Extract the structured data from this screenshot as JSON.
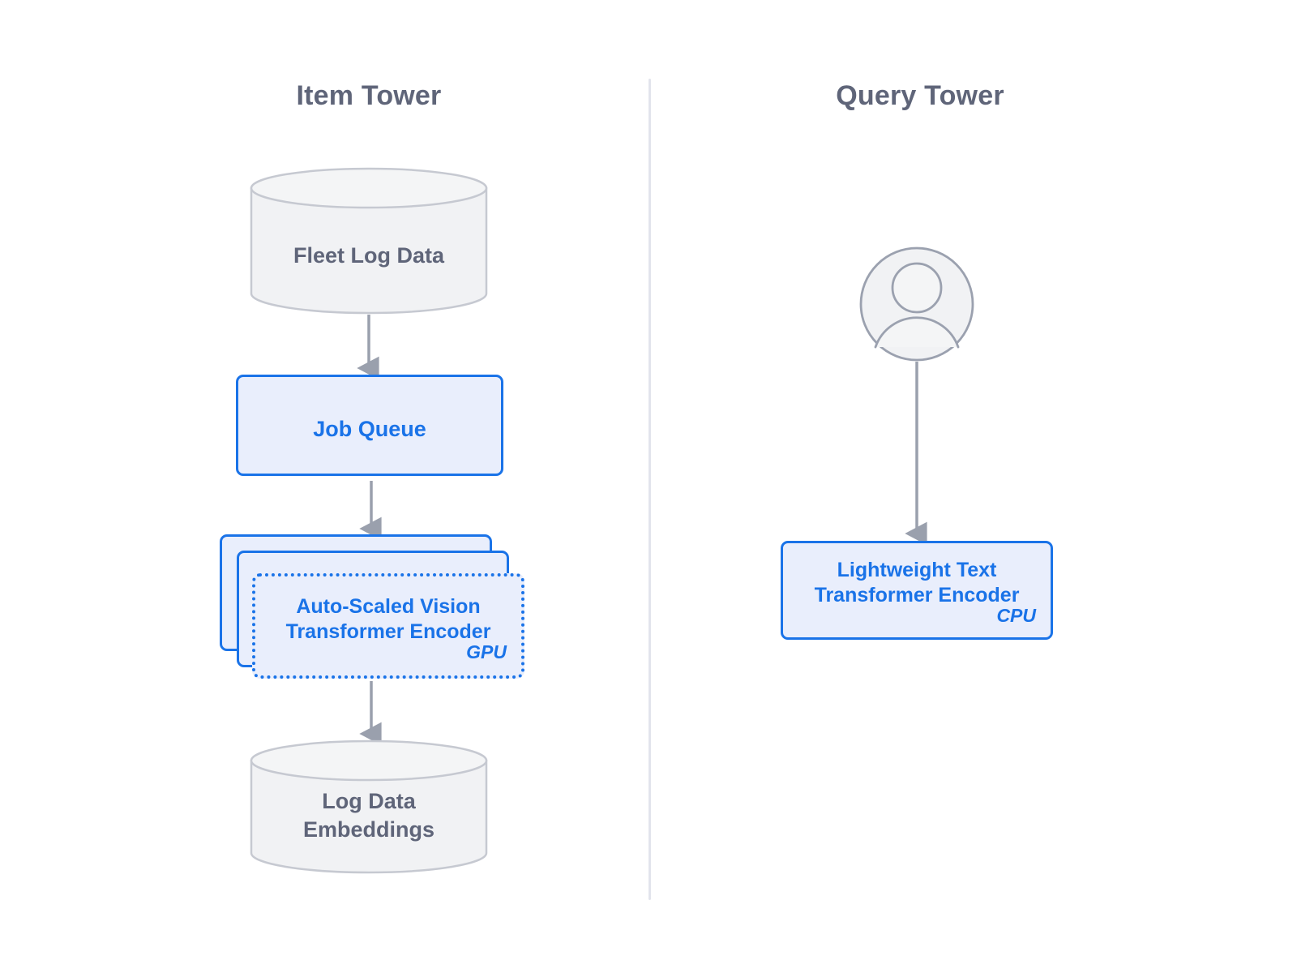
{
  "diagram": {
    "title_item_tower": "Item Tower",
    "title_query_tower": "Query Tower",
    "colors": {
      "accent_blue": "#1a73e8",
      "node_fill": "#e9eefc",
      "slate_text": "#5f6579",
      "arrow_gray": "#9aa0ad",
      "cylinder_fill": "#f1f2f4",
      "cylinder_stroke": "#c6c9d1",
      "divider": "#e2e4ec",
      "background": "#ffffff"
    }
  },
  "item_tower": {
    "nodes": [
      {
        "id": "fleet-log-data",
        "type": "cylinder",
        "label": "Fleet Log Data"
      },
      {
        "id": "job-queue",
        "type": "box",
        "label": "Job Queue"
      },
      {
        "id": "vision-transformer-encoder",
        "type": "stacked-box",
        "label": "Auto-Scaled Vision\nTransformer Encoder",
        "sublabel": "GPU",
        "stack_count": 3,
        "border": "dotted"
      },
      {
        "id": "log-data-embeddings",
        "type": "cylinder",
        "label": "Log Data\nEmbeddings"
      }
    ],
    "edges": [
      {
        "from": "fleet-log-data",
        "to": "job-queue"
      },
      {
        "from": "job-queue",
        "to": "vision-transformer-encoder"
      },
      {
        "from": "vision-transformer-encoder",
        "to": "log-data-embeddings"
      }
    ]
  },
  "query_tower": {
    "nodes": [
      {
        "id": "user",
        "type": "avatar",
        "label": ""
      },
      {
        "id": "text-transformer-encoder",
        "type": "box",
        "label": "Lightweight Text\nTransformer Encoder",
        "sublabel": "CPU",
        "border": "solid"
      }
    ],
    "edges": [
      {
        "from": "user",
        "to": "text-transformer-encoder"
      }
    ]
  }
}
